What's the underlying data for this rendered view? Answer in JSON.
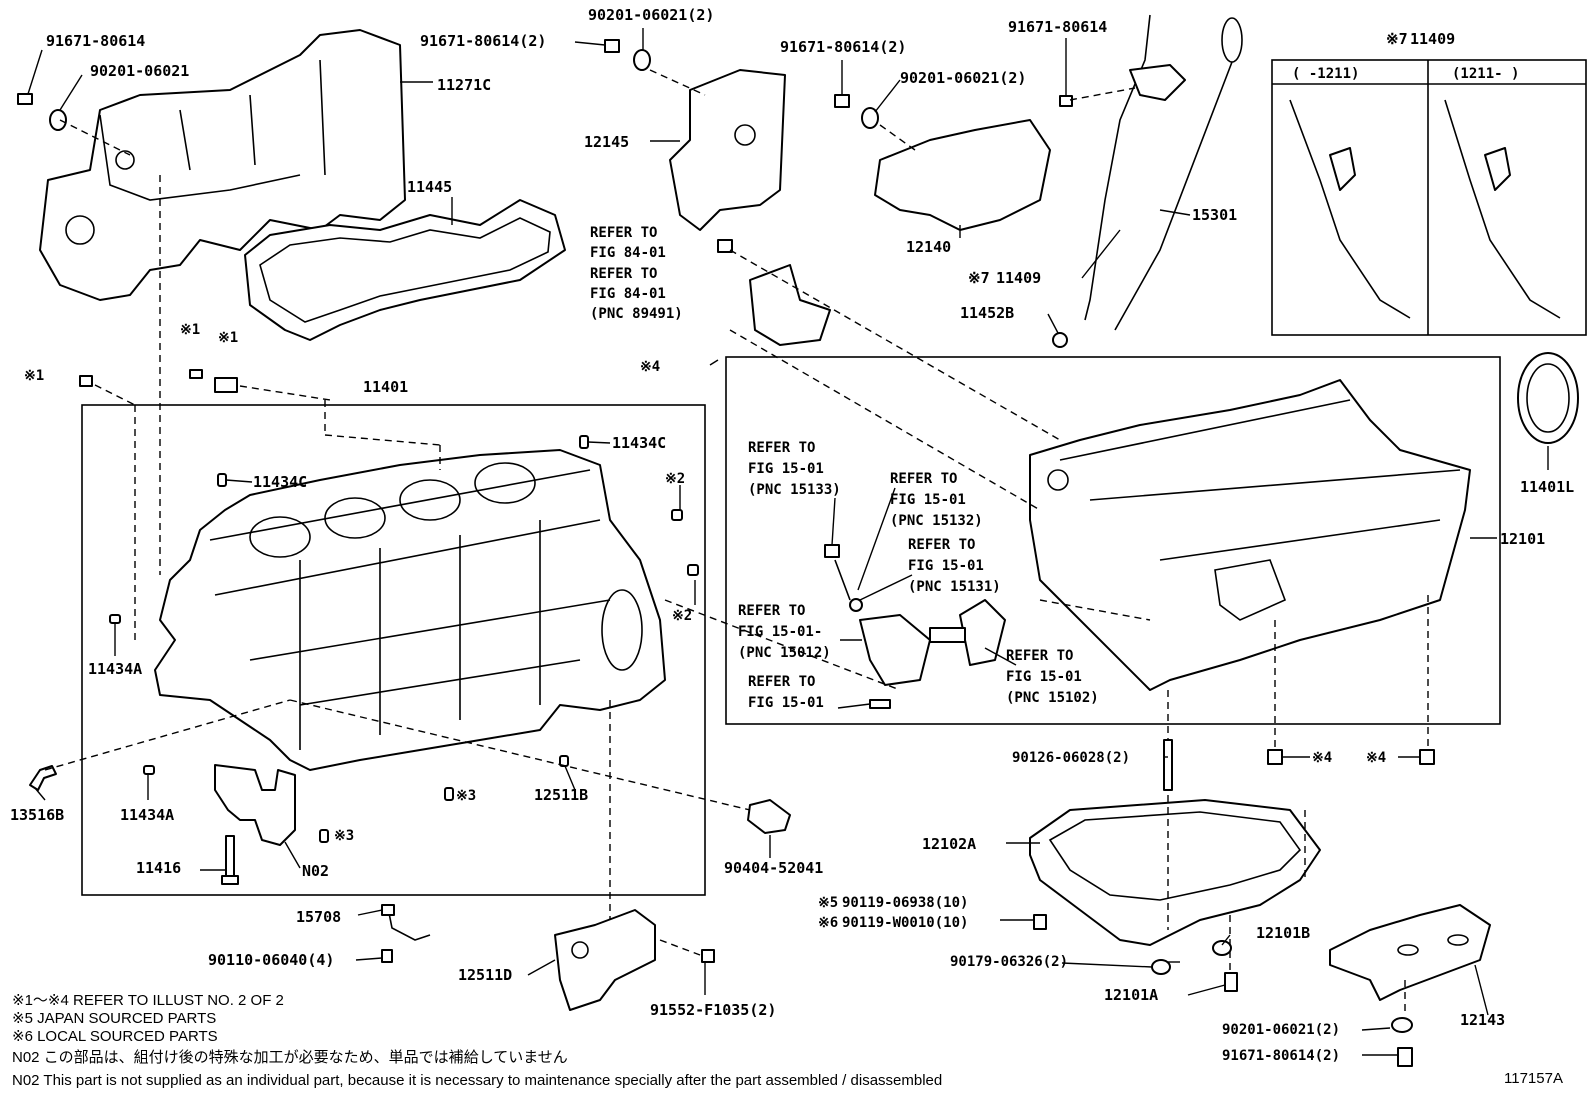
{
  "callouts": {
    "c91671_80614_a": "91671-80614",
    "c90201_06021_a": "90201-06021",
    "c11271C": "11271C",
    "c91671_80614_2_a": "91671-80614(2)",
    "c90201_06021_2_a": "90201-06021(2)",
    "c12145": "12145",
    "c91671_80614_2_b": "91671-80614(2)",
    "c90201_06021_2_b": "90201-06021(2)",
    "c12140": "12140",
    "c91671_80614_b": "91671-80614",
    "c15301": "15301",
    "c11409_mark": "※7",
    "c11409_top": "11409",
    "c11409_side": "11409",
    "c11452B": "11452B",
    "c11445": "11445",
    "c11401": "11401",
    "c11434C_a": "11434C",
    "c11434C_b": "11434C",
    "c11434A_a": "11434A",
    "c11434A_b": "11434A",
    "c13516B": "13516B",
    "c11416": "11416",
    "cN02": "N02",
    "c12511B": "12511B",
    "c90404_52041": "90404-52041",
    "c15708": "15708",
    "c90110_06040": "90110-06040(4)",
    "c12511D": "12511D",
    "c91552_F1035": "91552-F1035(2)",
    "c11401L": "11401L",
    "c12101": "12101",
    "c90126_06028": "90126-06028(2)",
    "c12102A": "12102A",
    "c90119_06938": "90119-06938(10)",
    "c90119_W0010": "90119-W0010(10)",
    "c90179_06326": "90179-06326(2)",
    "c12101A": "12101A",
    "c12101B": "12101B",
    "c12143": "12143",
    "c90201_06021_2_c": "90201-06021(2)",
    "c91671_80614_2_c": "91671-80614(2)"
  },
  "marks": {
    "m1": "※1",
    "m2": "※2",
    "m3": "※3",
    "m4": "※4",
    "m5": "※5",
    "m6": "※6",
    "m7": "※7"
  },
  "refs": {
    "refer_to": "REFER TO",
    "fig_84_01": "FIG 84-01",
    "pnc_89491": "(PNC 89491)",
    "fig_15_01": "FIG 15-01",
    "fig_15_01_dash": "FIG 15-01-",
    "pnc_15133": "(PNC 15133)",
    "pnc_15132": "(PNC 15132)",
    "pnc_15131": "(PNC 15131)",
    "pnc_15012": "(PNC 15012)",
    "pnc_15102": "(PNC 15102)"
  },
  "inset": {
    "col1": "(    -1211)",
    "col2": "(1211-    )"
  },
  "notes": {
    "line1": "※1～※4  REFER TO ILLUST NO. 2 OF 2",
    "line2": "※5 JAPAN SOURCED PARTS",
    "line3": "※6 LOCAL SOURCED PARTS",
    "line4": "N02  この部品は、組付け後の特殊な加工が必要なため、単品では補給していません",
    "line5": "N02  This part is not supplied as an individual part, because it is necessary to maintenance specially after the part assembled / disassembled"
  },
  "illustration_id": "117157A"
}
